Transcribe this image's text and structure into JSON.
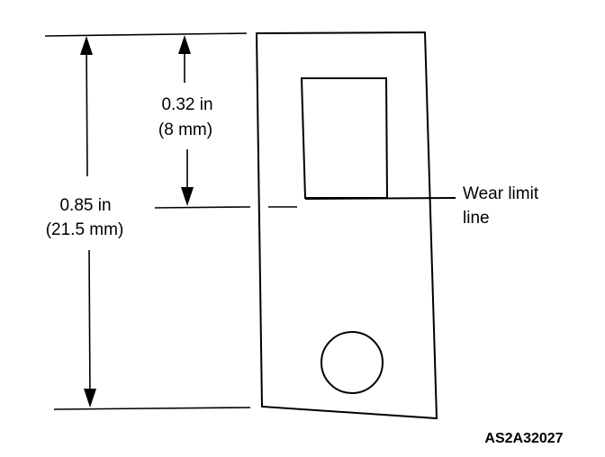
{
  "dimensions": {
    "inner": {
      "line1": "0.32 in",
      "line2": "(8 mm)"
    },
    "outer": {
      "line1": "0.85 in",
      "line2": "(21.5 mm)"
    }
  },
  "callout": {
    "line1": "Wear limit",
    "line2": "line"
  },
  "figure_code": "AS2A32027",
  "colors": {
    "ink": "#000000",
    "background": "#ffffff"
  }
}
